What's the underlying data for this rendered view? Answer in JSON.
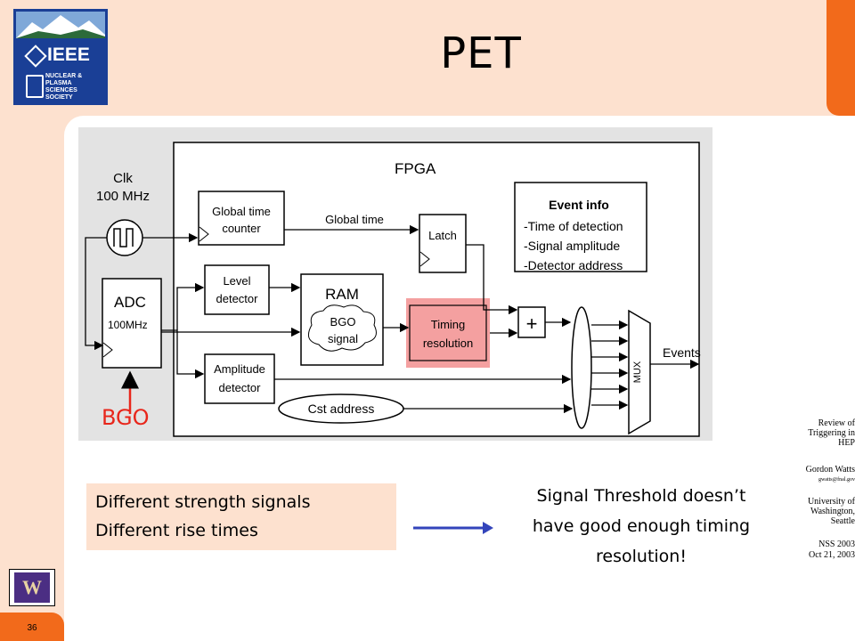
{
  "slide": {
    "title": "PET",
    "page_number": "36",
    "accent_color": "#f26a1b",
    "background_color": "#fde1cf"
  },
  "logo": {
    "org": "IEEE",
    "sub": "NUCLEAR & PLASMA SCIENCES SOCIETY"
  },
  "sidebar": {
    "talk": "Review of Triggering in HEP",
    "author": "Gordon Watts",
    "email": "gwatts@fnal.gov",
    "institution": "University of Washington, Seattle",
    "conference": "NSS 2003",
    "date": "Oct 21, 2003"
  },
  "diagram": {
    "fpga": "FPGA",
    "clk": "Clk",
    "clk_freq": "100 MHz",
    "adc": "ADC",
    "adc_freq": "100MHz",
    "global_time_counter": [
      "Global time",
      "counter"
    ],
    "global_time": "Global time",
    "latch": "Latch",
    "event_info_title": "Event info",
    "event_info_items": [
      "-Time of detection",
      "-Signal amplitude",
      "-Detector address"
    ],
    "level_detector": [
      "Level",
      "detector"
    ],
    "ram": "RAM",
    "bgo_signal": [
      "BGO",
      "signal"
    ],
    "timing_resolution": [
      "Timing",
      "resolution"
    ],
    "plus": "+",
    "amplitude_detector": [
      "Amplitude",
      "detector"
    ],
    "cst_address": "Cst address",
    "mux": "MUX",
    "events": "Events",
    "highlight_color": "#f4a0a0"
  },
  "bgo_label": "BGO",
  "notes": [
    "Different strength signals",
    "Different rise times"
  ],
  "conclusion": [
    "Signal Threshold doesn’t",
    "have good enough timing",
    "resolution!"
  ]
}
